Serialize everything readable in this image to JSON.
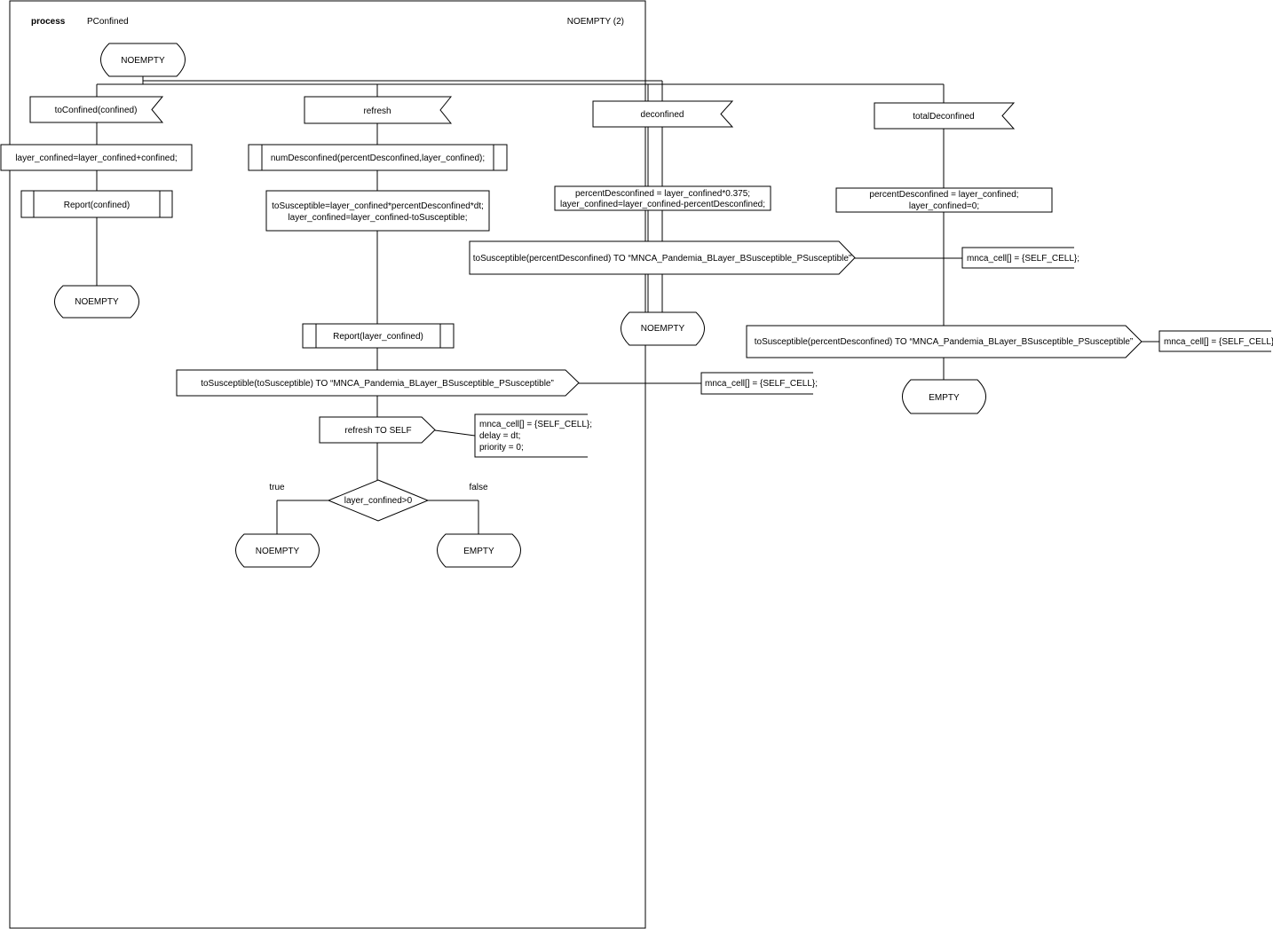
{
  "header": {
    "keyword": "process",
    "name": "PConfined",
    "page": "NOEMPTY (2)"
  },
  "start_state": "NOEMPTY",
  "branch1": {
    "input": "toConfined(confined)",
    "task": "layer_confined=layer_confined+confined;",
    "call": "Report(confined)",
    "next_state": "NOEMPTY"
  },
  "branch2": {
    "input": "refresh",
    "call1": "numDesconfined(percentDesconfined,layer_confined);",
    "task_line1": "toSusceptible=layer_confined*percentDesconfined*dt;",
    "task_line2": "layer_confined=layer_confined-toSusceptible;",
    "call2": "Report(layer_confined)",
    "output1": "toSusceptible(toSusceptible) TO “MNCA_Pandemia_BLayer_BSusceptible_PSusceptible”",
    "output1_comment": "mnca_cell[] = {SELF_CELL};",
    "output2": "refresh TO SELF",
    "output2_comment_line1": "mnca_cell[] = {SELF_CELL};",
    "output2_comment_line2": "delay = dt;",
    "output2_comment_line3": "priority = 0;",
    "decision": "layer_confined>0",
    "true_label": "true",
    "false_label": "false",
    "true_state": "NOEMPTY",
    "false_state": "EMPTY"
  },
  "branch3": {
    "input": "deconfined",
    "task_line1": "percentDesconfined = layer_confined*0.375;",
    "task_line2": "layer_confined=layer_confined-percentDesconfined;",
    "output": "toSusceptible(percentDesconfined) TO “MNCA_Pandemia_BLayer_BSusceptible_PSusceptible”",
    "output_comment": "mnca_cell[] = {SELF_CELL};",
    "next_state": "NOEMPTY"
  },
  "branch4": {
    "input": "totalDeconfined",
    "task_line1": "percentDesconfined = layer_confined;",
    "task_line2": "layer_confined=0;",
    "output": "toSusceptible(percentDesconfined) TO “MNCA_Pandemia_BLayer_BSusceptible_PSusceptible”",
    "output_comment": "mnca_cell[] = {SELF_CELL};",
    "next_state": "EMPTY"
  }
}
